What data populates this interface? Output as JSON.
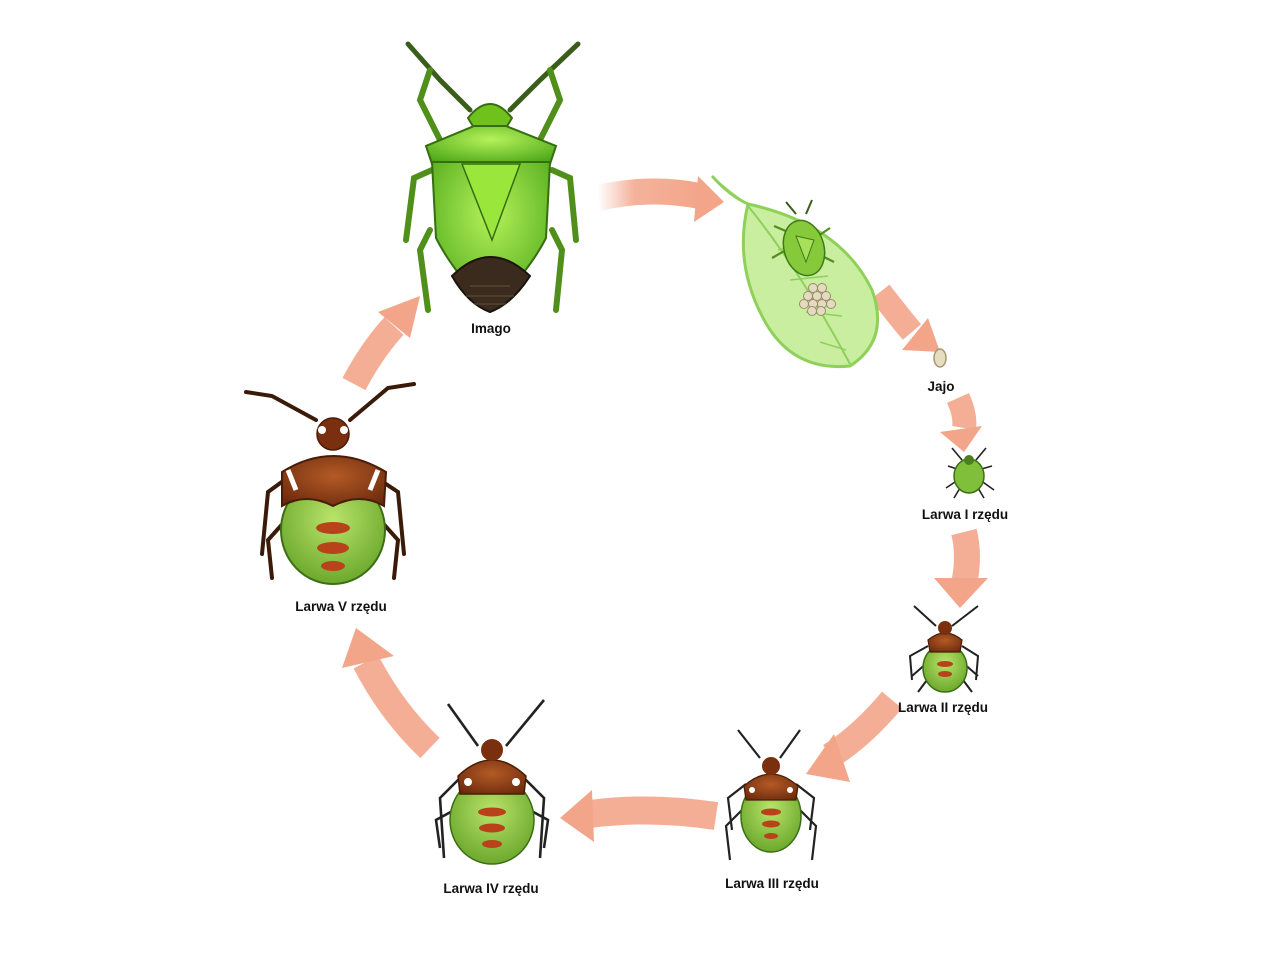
{
  "stages": [
    {
      "id": "imago",
      "label": "Imago"
    },
    {
      "id": "egg",
      "label": "Jajo"
    },
    {
      "id": "instar1",
      "label": "Larwa I rzędu"
    },
    {
      "id": "instar2",
      "label": "Larwa II rzędu"
    },
    {
      "id": "instar3",
      "label": "Larwa III rzędu"
    },
    {
      "id": "instar4",
      "label": "Larwa IV rzędu"
    },
    {
      "id": "instar5",
      "label": "Larwa V rzędu"
    }
  ],
  "colors": {
    "arrow": "#f3a58a",
    "adult_green": "#7ed321",
    "adult_dark": "#3f8a12",
    "nymph_brown": "#8b3a12",
    "nymph_green": "#8cc63f",
    "nymph_spot": "#b8431a",
    "leaf": "#c9eea0",
    "egg": "#e6dcc0"
  }
}
